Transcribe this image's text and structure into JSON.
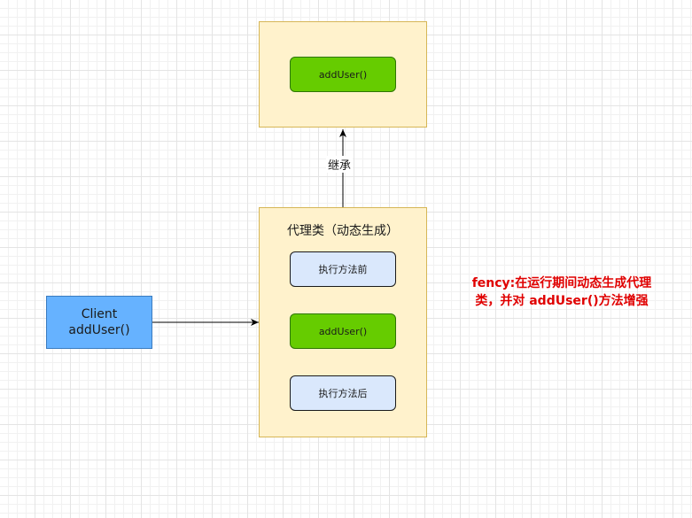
{
  "parent_class": {
    "method": "addUser()"
  },
  "edge_label": "继承",
  "proxy_class": {
    "title": "代理类（动态生成）",
    "before": "执行方法前",
    "method": "addUser()",
    "after": "执行方法后"
  },
  "client": {
    "line1": "Client",
    "line2": "addUser()"
  },
  "note": {
    "line1": "fency:在运行期间动态生成代理",
    "line2": "类，并对 addUser()方法增强"
  },
  "colors": {
    "box_fill": "#fff2cc",
    "box_border": "#d6b656",
    "green": "#66cc00",
    "blue_light": "#dae8fc",
    "client_blue": "#66b2ff",
    "note_red": "#e00000"
  }
}
